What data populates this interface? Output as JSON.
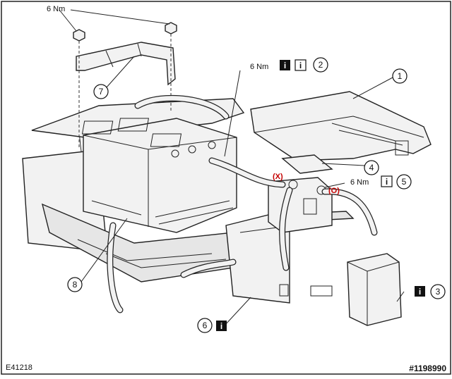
{
  "figure_id": "E41218",
  "watermark": "#1198990",
  "torques": {
    "top": "6 Nm",
    "clamp": "6 Nm",
    "terminal": "6 Nm"
  },
  "callouts": {
    "c1": "1",
    "c2": "2",
    "c3": "3",
    "c4": "4",
    "c5": "5",
    "c6": "6",
    "c7": "7",
    "c8": "8"
  },
  "terminal_marks": {
    "negative": "(X)",
    "positive": "(O)"
  },
  "info_glyph": "i",
  "colors": {
    "line": "#222222",
    "terminal_mark": "#c40000",
    "part_fill": "#f2f2f2"
  }
}
